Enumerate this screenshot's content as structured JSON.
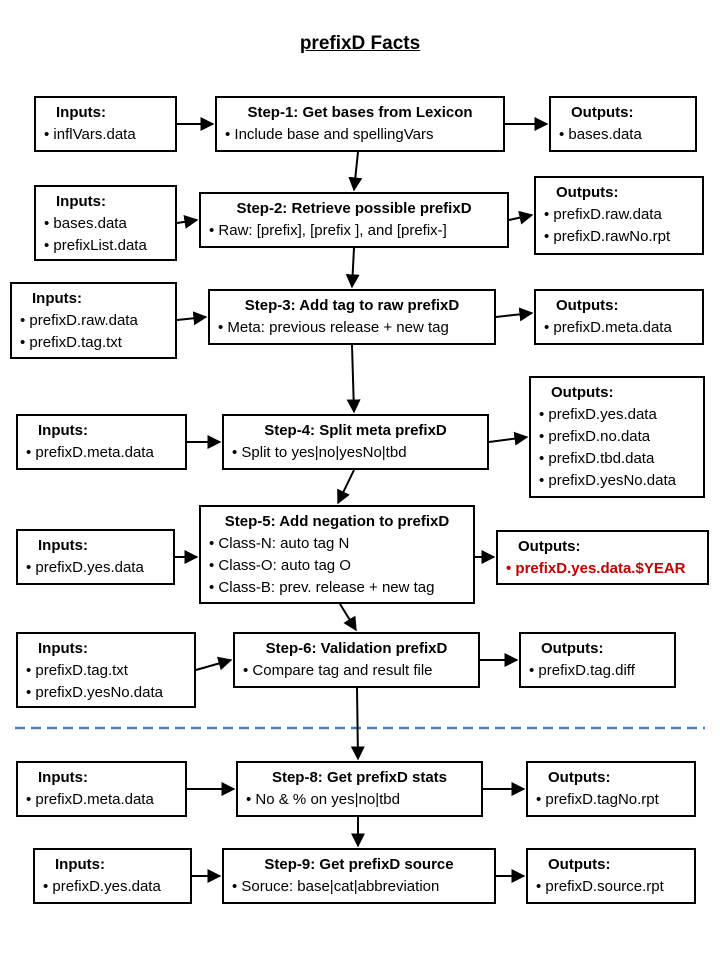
{
  "title": "prefixD Facts",
  "rows": [
    {
      "inputs": {
        "heading": "Inputs:",
        "items": [
          "inflVars.data"
        ]
      },
      "step": {
        "heading": "Step-1: Get bases from Lexicon",
        "items": [
          "Include base and spellingVars"
        ]
      },
      "outputs": {
        "heading": "Outputs:",
        "items": [
          "bases.data"
        ]
      }
    },
    {
      "inputs": {
        "heading": "Inputs:",
        "items": [
          "bases.data",
          "prefixList.data"
        ]
      },
      "step": {
        "heading": "Step-2: Retrieve possible prefixD",
        "items": [
          "Raw: [prefix], [prefix ], and [prefix-]"
        ]
      },
      "outputs": {
        "heading": "Outputs:",
        "items": [
          "prefixD.raw.data",
          "prefixD.rawNo.rpt"
        ]
      }
    },
    {
      "inputs": {
        "heading": "Inputs:",
        "items": [
          "prefixD.raw.data",
          "prefixD.tag.txt"
        ]
      },
      "step": {
        "heading": "Step-3: Add tag to raw prefixD",
        "items": [
          "Meta: previous release + new tag"
        ]
      },
      "outputs": {
        "heading": "Outputs:",
        "items": [
          "prefixD.meta.data"
        ]
      }
    },
    {
      "inputs": {
        "heading": "Inputs:",
        "items": [
          "prefixD.meta.data"
        ]
      },
      "step": {
        "heading": "Step-4: Split meta prefixD",
        "items": [
          "Split to yes|no|yesNo|tbd"
        ]
      },
      "outputs": {
        "heading": "Outputs:",
        "items": [
          "prefixD.yes.data",
          "prefixD.no.data",
          "prefixD.tbd.data",
          "prefixD.yesNo.data"
        ]
      }
    },
    {
      "inputs": {
        "heading": "Inputs:",
        "items": [
          "prefixD.yes.data"
        ]
      },
      "step": {
        "heading": "Step-5: Add negation to prefixD",
        "items": [
          "Class-N: auto tag N",
          "Class-O: auto tag O",
          "Class-B: prev. release + new tag"
        ]
      },
      "outputs": {
        "heading": "Outputs:",
        "items": [
          "prefixD.yes.data.$YEAR"
        ],
        "highlight_color": "#c00000"
      }
    },
    {
      "inputs": {
        "heading": "Inputs:",
        "items": [
          "prefixD.tag.txt",
          "prefixD.yesNo.data"
        ]
      },
      "step": {
        "heading": "Step-6: Validation prefixD",
        "items": [
          "Compare tag and result file"
        ]
      },
      "outputs": {
        "heading": "Outputs:",
        "items": [
          "prefixD.tag.diff"
        ]
      }
    },
    {
      "inputs": {
        "heading": "Inputs:",
        "items": [
          "prefixD.meta.data"
        ]
      },
      "step": {
        "heading": "Step-8: Get prefixD stats",
        "items": [
          "No & % on yes|no|tbd"
        ]
      },
      "outputs": {
        "heading": "Outputs:",
        "items": [
          "prefixD.tagNo.rpt"
        ]
      }
    },
    {
      "inputs": {
        "heading": "Inputs:",
        "items": [
          "prefixD.yes.data"
        ]
      },
      "step": {
        "heading": "Step-9: Get prefixD source",
        "items": [
          "Soruce: base|cat|abbreviation"
        ]
      },
      "outputs": {
        "heading": "Outputs:",
        "items": [
          "prefixD.source.rpt"
        ]
      }
    }
  ],
  "colors": {
    "border": "#000000",
    "divider": "#4a7ebb",
    "highlight": "#c00000"
  }
}
